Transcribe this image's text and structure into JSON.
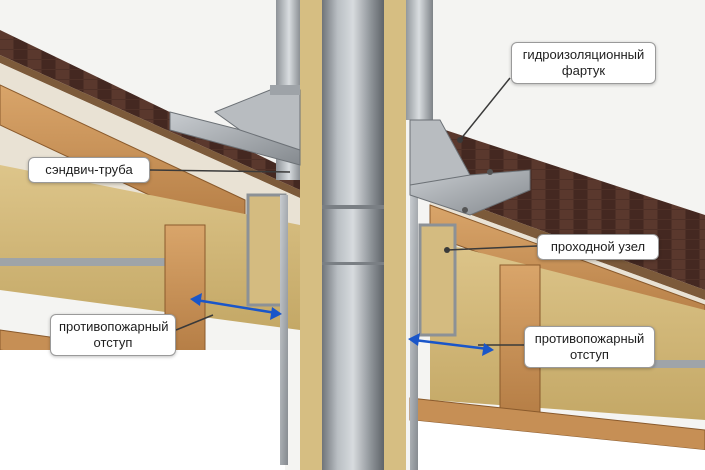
{
  "callouts": {
    "apron": {
      "line1": "гидроизоляционный",
      "line2": "фартук"
    },
    "sandwich_pipe": {
      "text": "сэндвич-труба"
    },
    "pass_through": {
      "text": "проходной узел"
    },
    "fire_gap_left": {
      "line1": "противопожарный",
      "line2": "отступ"
    },
    "fire_gap_right": {
      "line1": "противопожарный",
      "line2": "отступ"
    }
  },
  "colors": {
    "arrow": "#1a56c9",
    "shingle": "#4a2e25",
    "timber": "#c8925a",
    "insulation": "#d2b777",
    "steel": "#9ea3a8"
  }
}
